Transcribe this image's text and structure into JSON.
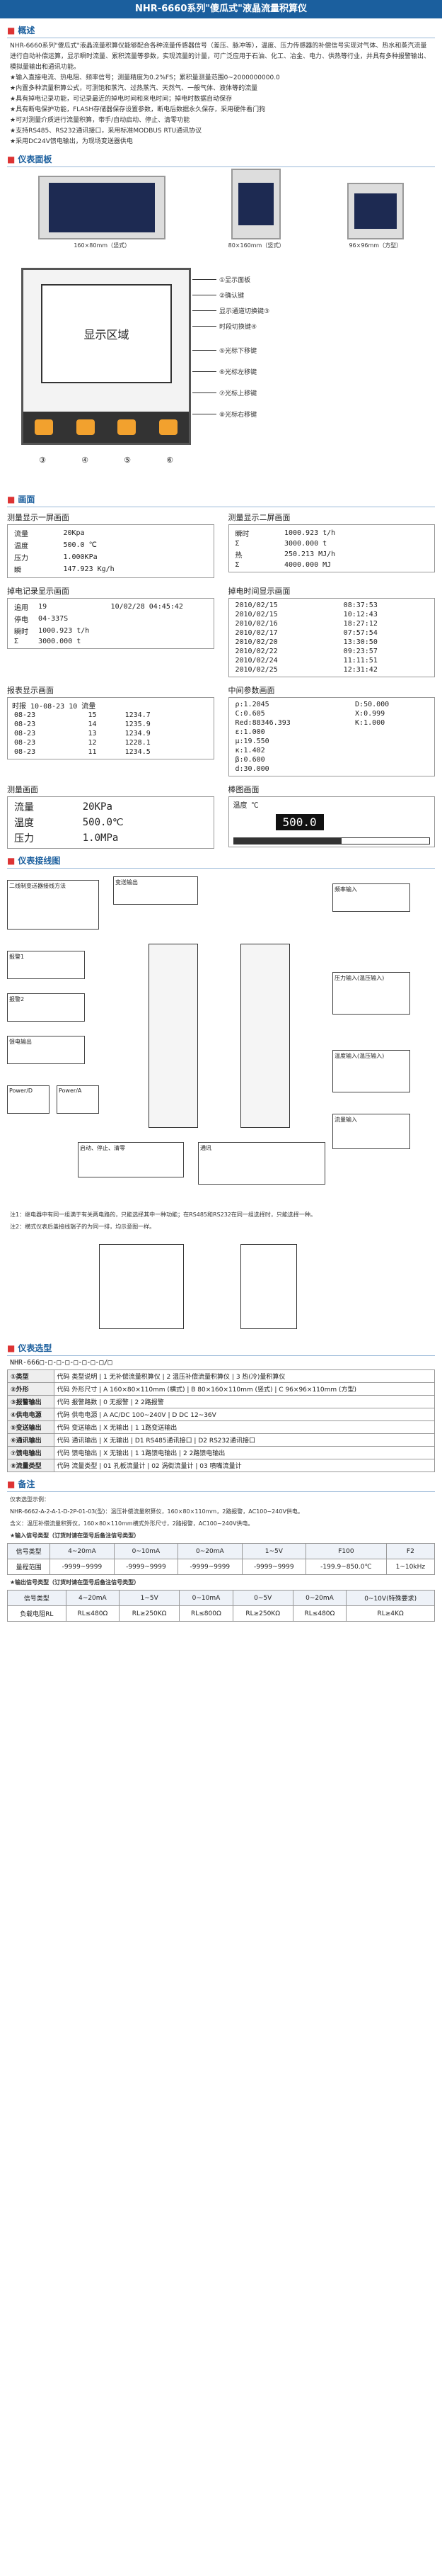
{
  "title": "NHR-6660系列\"傻瓜式\"液晶流量积算仪",
  "overview": {
    "heading": "概述",
    "paragraphs": [
      "NHR-6660系列\"傻瓜式\"液晶流量积算仪能够配合各种流量传感器信号（差压、脉冲等），温度、压力传感器的补偿信号实现对气体、热水和蒸汽流量进行自动补偿运算，显示瞬时流量、累积流量等参数，实现流量的计量，可广泛应用于石油、化工、冶金、电力、供热等行业，并具有多种报警输出、模拟量输出和通讯功能。",
      "★输入直接电流、热电阻、频率信号；测量精度为0.2%FS；累积量测量范围0~2000000000.0",
      "★内置多种流量积算公式，可测饱和蒸汽、过热蒸汽、天然气、一般气体、液体等的流量",
      "★具有掉电记录功能，可记录最近的掉电时间和来电时间；掉电时数据自动保存",
      "★具有断电保护功能，FLASH存储器保存设置参数，断电后数据永久保存，采用硬件看门狗",
      "★可对测量介质进行流量积算，带手/自动启动、停止、清零功能",
      "★支持RS485、RS232通讯接口，采用标准MODBUS RTU通讯协议",
      "★采用DC24V馈电输出，为现场变送器供电"
    ]
  },
  "dimensions": {
    "heading": "仪表面板",
    "products": [
      {
        "caption": "160×80mm（竖式）"
      },
      {
        "caption": "80×160mm（竖式）"
      },
      {
        "caption": "96×96mm（方型）"
      }
    ]
  },
  "panel": {
    "display_label": "显示区域",
    "callouts": [
      "①显示面板",
      "②确认键",
      "显示通道切换键③",
      "时段切换键④",
      "⑤光标下移键",
      "⑥光标左移键",
      "⑦光标上移键",
      "⑧光标右移键"
    ],
    "bottom_nums": [
      "③",
      "④",
      "⑤",
      "⑥"
    ]
  },
  "screens": {
    "heading": "画面",
    "main1": {
      "title": "测量显示一屏画面",
      "rows": [
        [
          "流量",
          "20Kpa"
        ],
        [
          "温度",
          "500.0 ℃"
        ],
        [
          "压力",
          "1.000KPa"
        ],
        [
          "瞬",
          "147.923 Kg/h"
        ]
      ]
    },
    "main2": {
      "title": "测量显示二屏画面",
      "rows": [
        [
          "瞬时",
          "1000.923 t/h"
        ],
        [
          "Σ",
          "3000.000 t"
        ],
        [
          "热",
          "250.213 MJ/h"
        ],
        [
          "Σ",
          "4000.000 MJ"
        ]
      ]
    },
    "loss": {
      "title": "掉电记录显示画面",
      "rows": [
        [
          "追用",
          "19",
          "10/02/28 04:45:42"
        ],
        [
          "停电",
          "04-337S",
          ""
        ],
        [
          "瞬时",
          "1000.923 t/h",
          ""
        ],
        [
          "Σ",
          "3000.000 t",
          ""
        ]
      ]
    },
    "power_times": {
      "title": "掉电时间显示画面",
      "rows": [
        [
          "2010/02/15",
          "08:37:53"
        ],
        [
          "2010/02/15",
          "10:12:43"
        ],
        [
          "2010/02/16",
          "18:27:12"
        ],
        [
          "2010/02/17",
          "07:57:54"
        ],
        [
          "2010/02/20",
          "13:30:50"
        ],
        [
          "2010/02/22",
          "09:23:57"
        ],
        [
          "2010/02/24",
          "11:11:51"
        ],
        [
          "2010/02/25",
          "12:31:42"
        ]
      ]
    },
    "report": {
      "title": "报表显示画面",
      "header": "时报 10-08-23 10 流量",
      "rows": [
        [
          "08-23",
          "15",
          "1234.7"
        ],
        [
          "08-23",
          "14",
          "1235.9"
        ],
        [
          "08-23",
          "13",
          "1234.9"
        ],
        [
          "08-23",
          "12",
          "1228.1"
        ],
        [
          "08-23",
          "11",
          "1234.5"
        ]
      ]
    },
    "middle": {
      "title": "中间参数画面",
      "rows": [
        [
          "ρ:1.2045",
          "D:50.000"
        ],
        [
          "C:0.605",
          "X:0.999"
        ],
        [
          "Red:88346.393",
          "K:1.000"
        ],
        [
          "ε:1.000",
          ""
        ],
        [
          "μ:19.550",
          ""
        ],
        [
          "κ:1.402",
          ""
        ],
        [
          "β:0.600",
          ""
        ],
        [
          "d:30.000",
          ""
        ]
      ]
    },
    "measure": {
      "title": "测量画面",
      "rows": [
        [
          "流量",
          "20KPa"
        ],
        [
          "温度",
          "500.0℃"
        ],
        [
          "压力",
          "1.0MPa"
        ]
      ]
    },
    "bargraph": {
      "title": "棒图画面",
      "label": "温度",
      "unit": "℃",
      "value": "500.0",
      "fill_fraction": 0.55
    }
  },
  "wiring": {
    "heading": "仪表接线图",
    "labels": [
      "二线制变送器接线方法",
      "变送输出",
      "频率输入",
      "报警1",
      "报警2",
      "馈电输出",
      "压力输入(温压输入)",
      "Power/D",
      "Power/A",
      "启动、停止、清零",
      "通讯",
      "温度输入(温压输入)",
      "流量输入"
    ],
    "note1": "注1：继电器中有同一组满于有关两电路的，只能选择其中一种功能；在RS485和RS232在同一组选择时，只能选择一种。",
    "note2": "注2：横式仪表后盖接线端子的为同一排，均示意图一样。"
  },
  "selection": {
    "heading": "仪表选型",
    "model": "NHR-666□-□-□-□-□-□-□-□/□",
    "rows": [
      {
        "code": "①类型",
        "text": "代码 类型说明 | 1 无补偿流量积算仪 | 2 温压补偿流量积算仪 | 3 热(冷)量积算仪"
      },
      {
        "code": "②外形",
        "text": "代码 外形尺寸 | A 160×80×110mm (横式) | B 80×160×110mm (竖式) | C 96×96×110mm (方型)"
      },
      {
        "code": "③报警输出",
        "text": "代码 报警路数 | 0 无报警 | 2 2路报警"
      },
      {
        "code": "④供电电源",
        "text": "代码 供电电源 | A AC/DC 100~240V | D DC 12~36V"
      },
      {
        "code": "⑤变送输出",
        "text": "代码 变送输出 | X 无输出 | 1 1路变送输出"
      },
      {
        "code": "⑥通讯输出",
        "text": "代码 通讯输出 | X 无输出 | D1 RS485通讯接口 | D2 RS232通讯接口"
      },
      {
        "code": "⑦馈电输出",
        "text": "代码 馈电输出 | X 无输出 | 1 1路馈电输出 | 2 2路馈电输出"
      },
      {
        "code": "⑧流量类型",
        "text": "代码 流量类型 | 01 孔板流量计 | 02 涡街流量计 | 03 喷嘴流量计"
      }
    ]
  },
  "notes": {
    "heading": "备注",
    "lines": [
      "仪表选型示例：",
      "NHR-6662-A-2-A-1-D-2P-01-03(型)：温压补偿流量积算仪，160×80×110mm，2路报警，AC100~240V供电。",
      "含义：温压补偿流量积算仪，160×80×110mm横式外形尺寸，2路报警，AC100~240V供电。"
    ]
  },
  "input_table": {
    "heading": "★输入信号类型（订货时请在型号后备注信号类型）",
    "header": [
      "信号类型",
      "4~20mA",
      "0~10mA",
      "0~20mA",
      "1~5V",
      "F100",
      "F2"
    ],
    "values": [
      "量程范围",
      "-9999~9999",
      "-9999~9999",
      "-9999~9999",
      "-9999~9999",
      "-199.9~850.0℃",
      "1~10kHz"
    ]
  },
  "output_table": {
    "heading": "★输出信号类型（订货时请在型号后备注信号类型）",
    "header": [
      "信号类型",
      "4~20mA",
      "1~5V",
      "0~10mA",
      "0~5V",
      "0~20mA",
      "0~10V(特殊要求)"
    ],
    "values": [
      "负载电阻RL",
      "RL≤480Ω",
      "RL≥250KΩ",
      "RL≤800Ω",
      "RL≥250KΩ",
      "RL≤480Ω",
      "RL≥4KΩ"
    ]
  },
  "colors": {
    "accent": "#1b5f9e",
    "alarm": "#d33",
    "key": "#f2a12e"
  }
}
